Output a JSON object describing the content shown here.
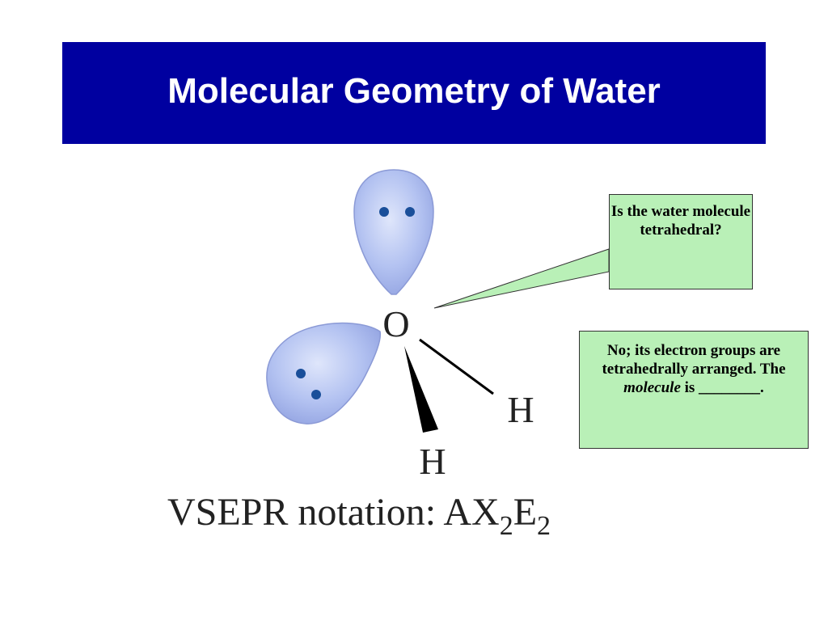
{
  "slide": {
    "title": "Molecular Geometry of Water"
  },
  "molecule": {
    "central_atom": "O",
    "bonded_atom_right": "H",
    "bonded_atom_bottom": "H"
  },
  "callouts": {
    "question": "Is the water molecule tetrahedral?",
    "answer_part1": "No; its electron groups are tetrahedrally arranged. The",
    "answer_emphasis": "molecule",
    "answer_part2": "is ________."
  },
  "notation": {
    "label": "VSEPR notation: ",
    "a": "AX",
    "sub1": "2",
    "e": "E",
    "sub2": "2"
  },
  "colors": {
    "title_bar": "#0000a0",
    "callout_fill": "#b9f0b7",
    "lobe_fill": "#a9b9ef",
    "electron_dot": "#1a4f9a"
  }
}
